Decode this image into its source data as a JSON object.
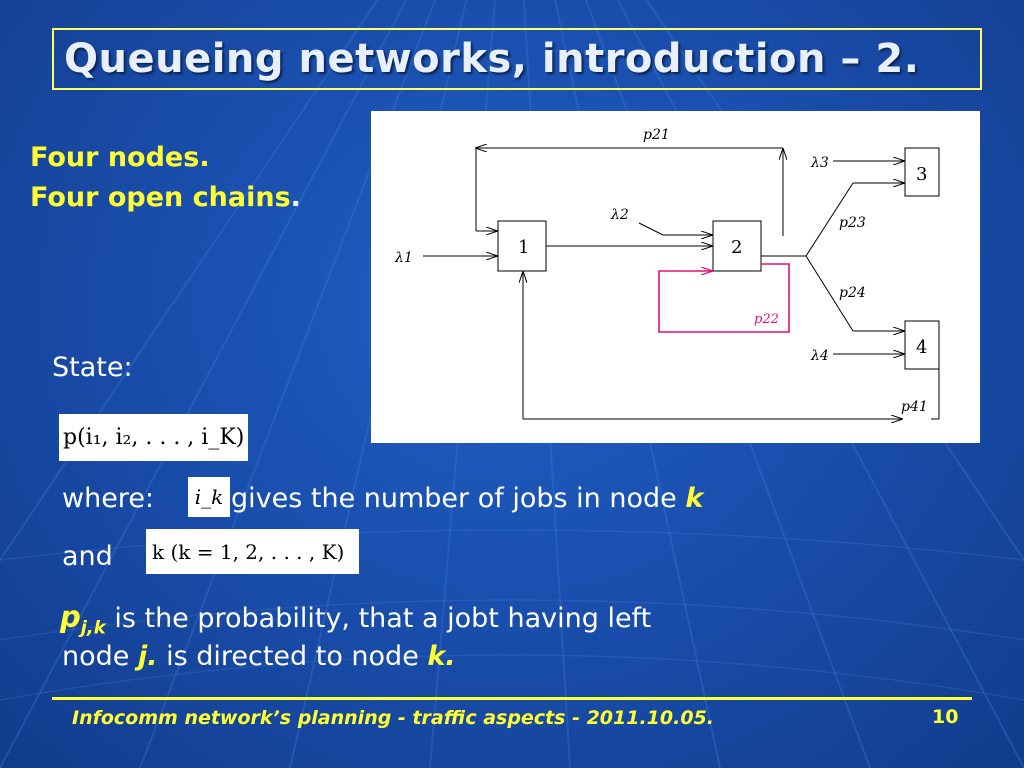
{
  "slide": {
    "title": "Queueing networks, introduction  – 2.",
    "headline_line1": "Four nodes.",
    "headline_line2": "Four open chains",
    "headline_period": ".",
    "state_label": "State:",
    "state_formula": "p(i₁, i₂, . . . , i_K)",
    "where_label": "where:",
    "ik_symbol": "i_k",
    "where_text": " gives the number of jobs in  node ",
    "node_k": "k",
    "and_label": "and",
    "k_range_formula": "k (k = 1, 2, . . . , K)",
    "p_symbol": "p",
    "p_subscript": "j,k",
    "prob_text": "  is the probability, that a jobt having left",
    "node_word": "node ",
    "node_j": "j.",
    "directed_text": " is directed to node ",
    "node_k2": "k.",
    "footer": "Infocomm network’s planning - traffic aspects - 2011.10.05.",
    "page_number": "10"
  },
  "diagram": {
    "nodes": [
      "1",
      "2",
      "3",
      "4"
    ],
    "arrivals": [
      "λ1",
      "λ2",
      "λ3",
      "λ4"
    ],
    "routing": [
      "p21",
      "p22",
      "p23",
      "p24",
      "p41"
    ],
    "highlight_color": "#e0107a"
  },
  "colors": {
    "accent": "#ffff33",
    "background": "#1a4fae"
  }
}
